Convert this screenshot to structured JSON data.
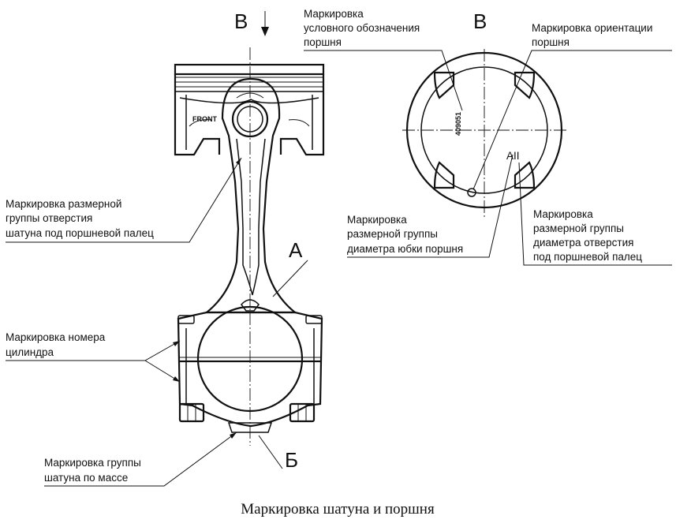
{
  "view_letters": {
    "b_left": "В",
    "b_right": "В",
    "a": "А",
    "b_bottom": "Б"
  },
  "stamps": {
    "front": "FRONT",
    "piston_code": "409051",
    "size_group": "AII"
  },
  "labels": {
    "designation": [
      "Маркировка",
      "условного обозначения",
      "поршня"
    ],
    "orientation": [
      "Маркировка ориентации",
      "поршня"
    ],
    "rod_bore": [
      "Маркировка размерной",
      "группы отверстия",
      "шатуна под поршневой палец"
    ],
    "skirt": [
      "Маркировка",
      "размерной группы",
      "диаметра юбки поршня"
    ],
    "pin_bore": [
      "Маркировка",
      "размерной группы",
      "диаметра отверстия",
      "под поршневой палец"
    ],
    "cylinder": [
      "Маркировка номера",
      "цилиндра"
    ],
    "mass": [
      "Маркировка группы",
      "шатуна по массе"
    ]
  },
  "caption": "Маркировка шатуна и поршня"
}
